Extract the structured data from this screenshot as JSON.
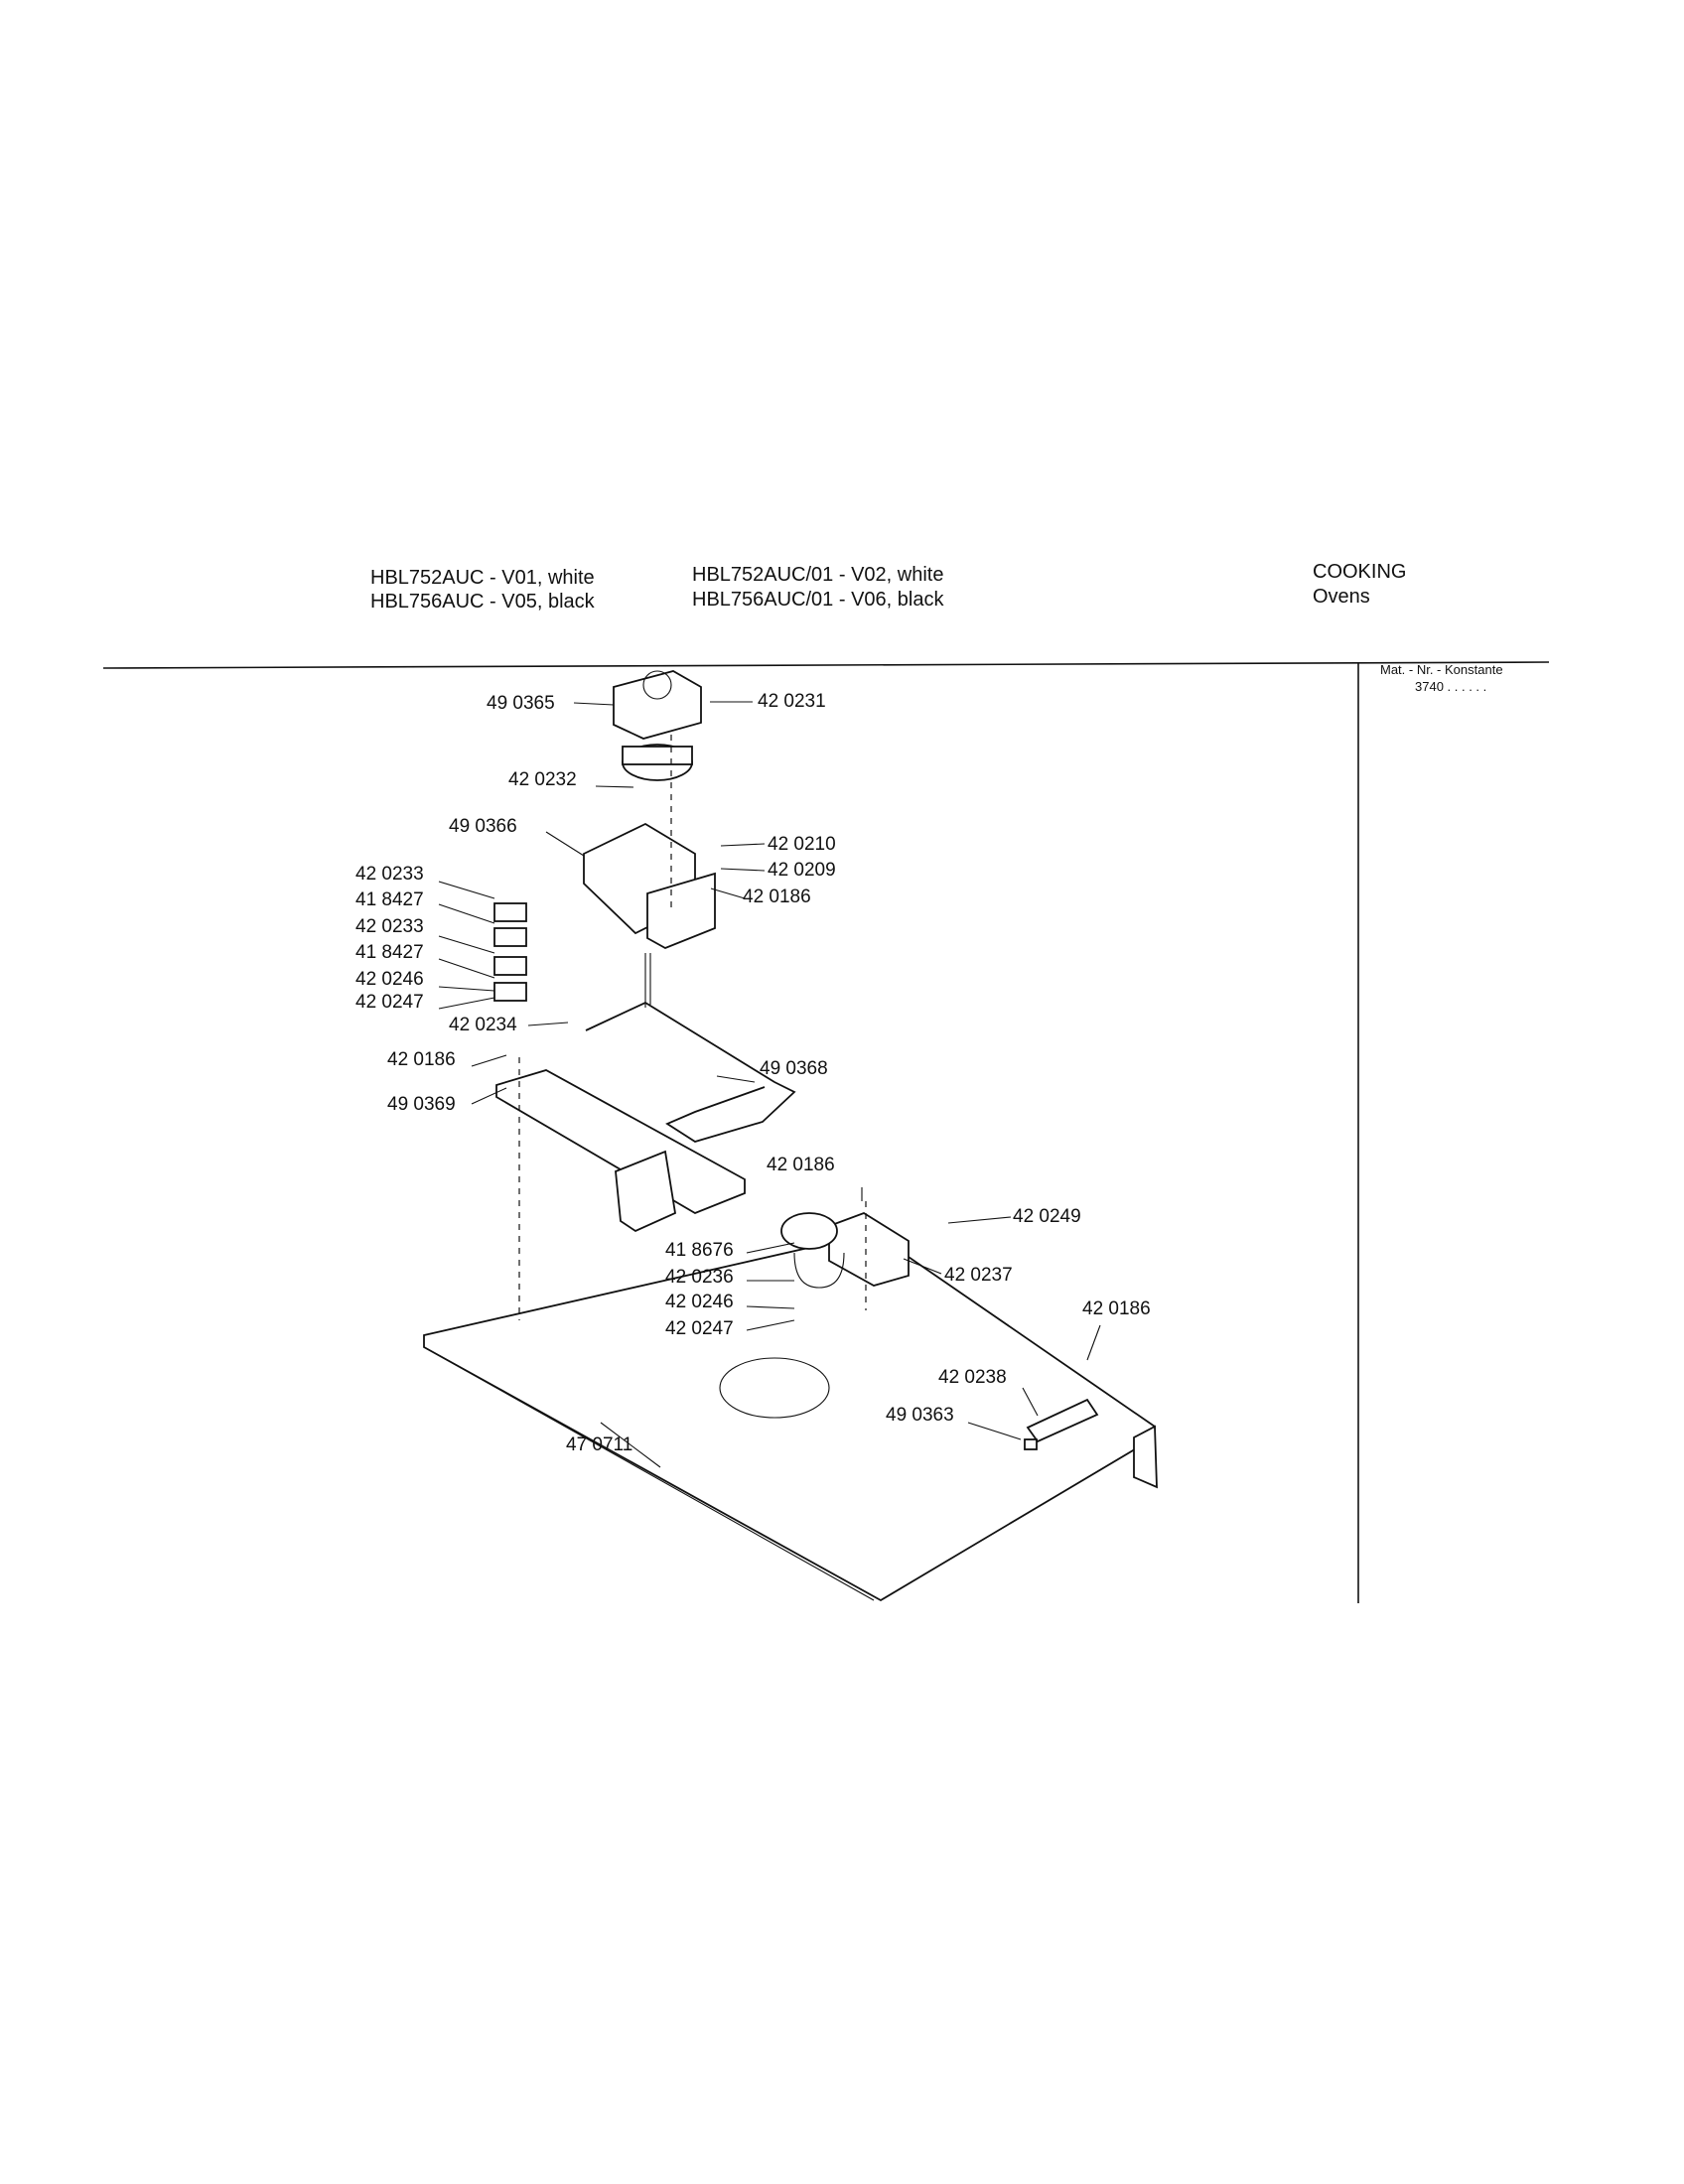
{
  "header": {
    "model_col1": [
      "HBL752AUC - V01, white",
      "HBL756AUC - V05, black"
    ],
    "model_col2": [
      "HBL752AUC/01 - V02, white",
      "HBL756AUC/01 - V06, black"
    ],
    "category": "COOKING",
    "subcategory": "Ovens"
  },
  "sidebar": {
    "mat_label": "Mat. - Nr. - Konstante",
    "mat_value": "3740 . .   . . . ."
  },
  "labels": [
    "49 0365",
    "42 0231",
    "42 0232",
    "49 0366",
    "42 0210",
    "42 0209",
    "42 0186",
    "42 0233",
    "41 8427",
    "42 0233",
    "41 8427",
    "42 0246",
    "42 0247",
    "42 0234",
    "42 0186",
    "49 0369",
    "49 0368",
    "42 0186",
    "42 0249",
    "41 8676",
    "42 0237",
    "42 0236",
    "42 0246",
    "42 0247",
    "42 0186",
    "42 0238",
    "49 0363",
    "47 0711"
  ]
}
